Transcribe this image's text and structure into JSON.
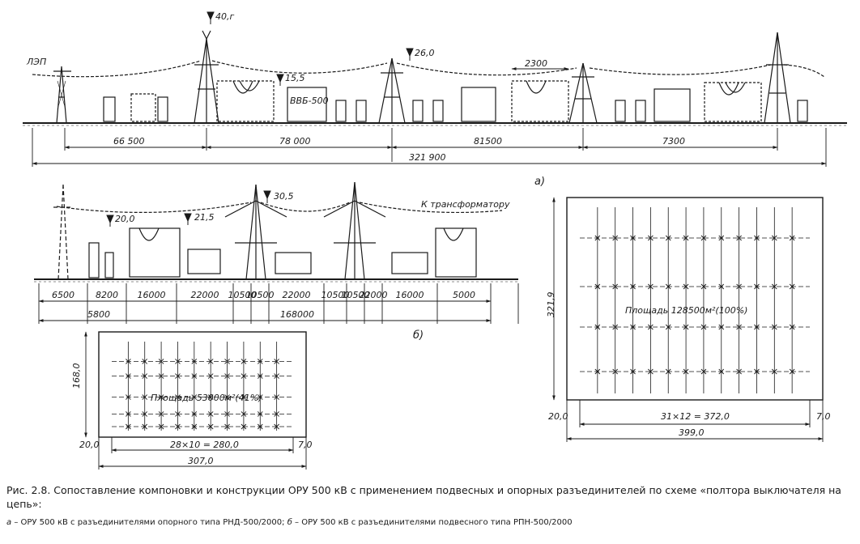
{
  "figure": {
    "sub_a": "а)",
    "sub_b": "б)",
    "a": {
      "line_label": "ЛЭП",
      "breaker_label": "ВВБ-500",
      "levels": [
        "40,г",
        "26,0",
        "15,5"
      ],
      "span_dim": "2300",
      "dims": [
        "66 500",
        "78 000",
        "81500",
        "7300"
      ],
      "total": "321 900"
    },
    "b": {
      "to_transformer": "К трансформатору",
      "levels": [
        "30,5",
        "20,0",
        "21,5"
      ],
      "dims": [
        "6500",
        "8200",
        "16000",
        "22000",
        "10500",
        "10500",
        "22000",
        "10500",
        "10500",
        "22000",
        "16000",
        "5000"
      ],
      "sub_dims": [
        "5800",
        "168000"
      ]
    },
    "plan_small": {
      "height": "168,0",
      "area": "Площадь 53000м²(41%)",
      "left_off": "20,0",
      "cells": "28×10 = 280,0",
      "right_off": "7,0",
      "total": "307,0"
    },
    "plan_large": {
      "height": "321,9",
      "area": "Площадь 128500м²(100%)",
      "left_off": "20,0",
      "cells": "31×12 = 372,0",
      "right_off": "7,0",
      "total": "399,0"
    }
  },
  "caption": {
    "main": "Рис. 2.8. Сопоставление компоновки и конструкции ОРУ 500 кВ с применением подвесных и опорных разъединителей по схеме «полтора выключателя на цепь»:",
    "a_key": "а",
    "a_text": " – ОРУ 500 кВ с разъединителями опорного типа РНД-500/2000; ",
    "b_key": "б",
    "b_text": " – ОРУ 500 кВ с разъединителями подвесного типа РПН-500/2000"
  }
}
